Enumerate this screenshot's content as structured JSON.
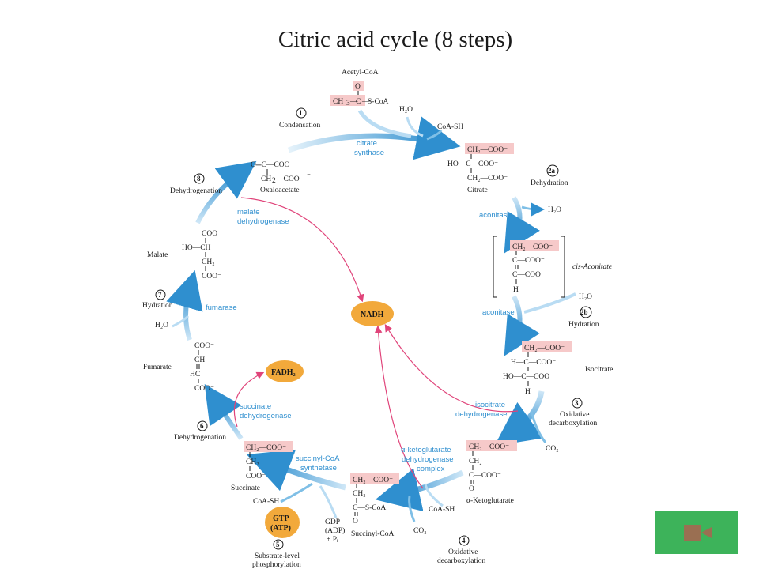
{
  "title": "Citric acid cycle (8 steps)",
  "compounds": {
    "acetyl_coa": {
      "name": "Acetyl-CoA",
      "o": "O",
      "left": "CH",
      "mid": "C",
      "right": "S-CoA"
    },
    "oxaloacetate": {
      "name": "Oxaloacetate",
      "l1": "O═C—COO",
      "l2": "CH",
      "l3": "—COO"
    },
    "citrate": {
      "name": "Citrate",
      "l1": "CH₂—COO⁻",
      "l2": "HO—C—COO⁻",
      "l3": "CH₂—COO⁻"
    },
    "cis_aconitate": {
      "name": "cis-Aconitate",
      "l1": "CH₂—COO⁻",
      "l2": "C—COO⁻",
      "l3": "C—COO⁻",
      "l4": "H"
    },
    "isocitrate": {
      "name": "Isocitrate",
      "l1": "CH₂—COO⁻",
      "l2": "H—C—COO⁻",
      "l3": "HO—C—COO⁻",
      "l4": "H"
    },
    "alpha_ketoglutarate": {
      "name": "α-Ketoglutarate",
      "l1": "CH₂—COO⁻",
      "l2": "CH₂",
      "l3": "C—COO⁻",
      "l4": "O"
    },
    "succinyl_coa": {
      "name": "Succinyl-CoA",
      "l1": "CH₂—COO⁻",
      "l2": "CH₂",
      "l3": "C—S-CoA",
      "l4": "O"
    },
    "succinate": {
      "name": "Succinate",
      "l1": "CH₂—COO⁻",
      "l2": "CH₂",
      "l3": "COO⁻"
    },
    "fumarate": {
      "name": "Fumarate",
      "l1": "COO⁻",
      "l2": "CH",
      "l3": "HC",
      "l4": "COO⁻"
    },
    "malate": {
      "name": "Malate",
      "l1": "COO⁻",
      "l2": "HO—CH",
      "l3": "CH₂",
      "l4": "COO⁻"
    }
  },
  "enzymes": {
    "citrate_synthase": [
      "citrate",
      "synthase"
    ],
    "aconitase_1": "aconitase",
    "aconitase_2": "aconitase",
    "isocitrate_dh": [
      "isocitrate",
      "dehydrogenase"
    ],
    "akg_dh": [
      "α-ketoglutarate",
      "dehydrogenase",
      "complex"
    ],
    "succinyl_coa_synthetase": [
      "succinyl-CoA",
      "synthetase"
    ],
    "succinate_dh": [
      "succinate",
      "dehydrogenase"
    ],
    "fumarase": "fumarase",
    "malate_dh": [
      "malate",
      "dehydrogenase"
    ]
  },
  "steps": {
    "s1": {
      "num": "1",
      "label": "Condensation"
    },
    "s2a": {
      "num": "2a",
      "label": "Dehydration"
    },
    "s2b": {
      "num": "2b",
      "label": "Hydration"
    },
    "s3": {
      "num": "3",
      "label": [
        "Oxidative",
        "decarboxylation"
      ]
    },
    "s4": {
      "num": "4",
      "label": [
        "Oxidative",
        "decarboxylation"
      ]
    },
    "s5": {
      "num": "5",
      "label": [
        "Substrate-level",
        "phosphorylation"
      ]
    },
    "s6": {
      "num": "6",
      "label": "Dehydrogenation"
    },
    "s7": {
      "num": "7",
      "label": "Hydration"
    },
    "s8": {
      "num": "8",
      "label": "Dehydrogenation"
    }
  },
  "side_molecules": {
    "h2o_1": "H₂O",
    "coash_1": "CoA-SH",
    "h2o_2a": "H₂O",
    "h2o_2b": "H₂O",
    "co2_3": "CO₂",
    "coash_4": "CoA-SH",
    "co2_4": "CO₂",
    "coash_5": "CoA-SH",
    "gdp": [
      "GDP",
      "(ADP)",
      "+ Pᵢ"
    ],
    "h2o_7": "H₂O"
  },
  "cofactors": {
    "nadh": "NADH",
    "fadh2": "FADH₂",
    "gtp": [
      "GTP",
      "(ATP)"
    ]
  },
  "colors": {
    "enzyme_blue": "#2f8fcf",
    "arrow_light": "#b9dcf3",
    "highlight_pink": "#f6c9c9",
    "cofactor_orange": "#f2a93b",
    "nadh_magenta": "#e0447a",
    "video_green": "#3db35a"
  },
  "video_button": {
    "icon": "video-camera-icon"
  }
}
